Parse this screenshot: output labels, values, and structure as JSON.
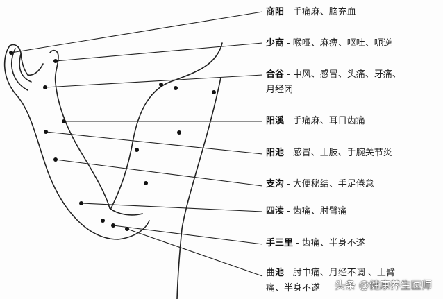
{
  "points": [
    {
      "name": "商阳",
      "desc": "手痛麻、脑充血"
    },
    {
      "name": "少商",
      "desc": "喉哑、麻痹、呕吐、呃逆"
    },
    {
      "name": "合谷",
      "desc": "中风、感冒、头痛、牙痛、",
      "desc2": "月经闭"
    },
    {
      "name": "阳溪",
      "desc": "手痛麻、耳目齿痛"
    },
    {
      "name": "阳池",
      "desc": "感冒、上肢、手腕关节炎"
    },
    {
      "name": "支沟",
      "desc": "大便秘结、手足倦怠"
    },
    {
      "name": "四渎",
      "desc": "齿痛、肘臂痛"
    },
    {
      "name": "手三里",
      "desc": "齿痛、半身不遂"
    },
    {
      "name": "曲池",
      "desc": "肘中痛、月经不调 、上臂",
      "desc2": "痛、半身不遂"
    }
  ],
  "separator": " - ",
  "watermark": "头条 @健康养生医师"
}
